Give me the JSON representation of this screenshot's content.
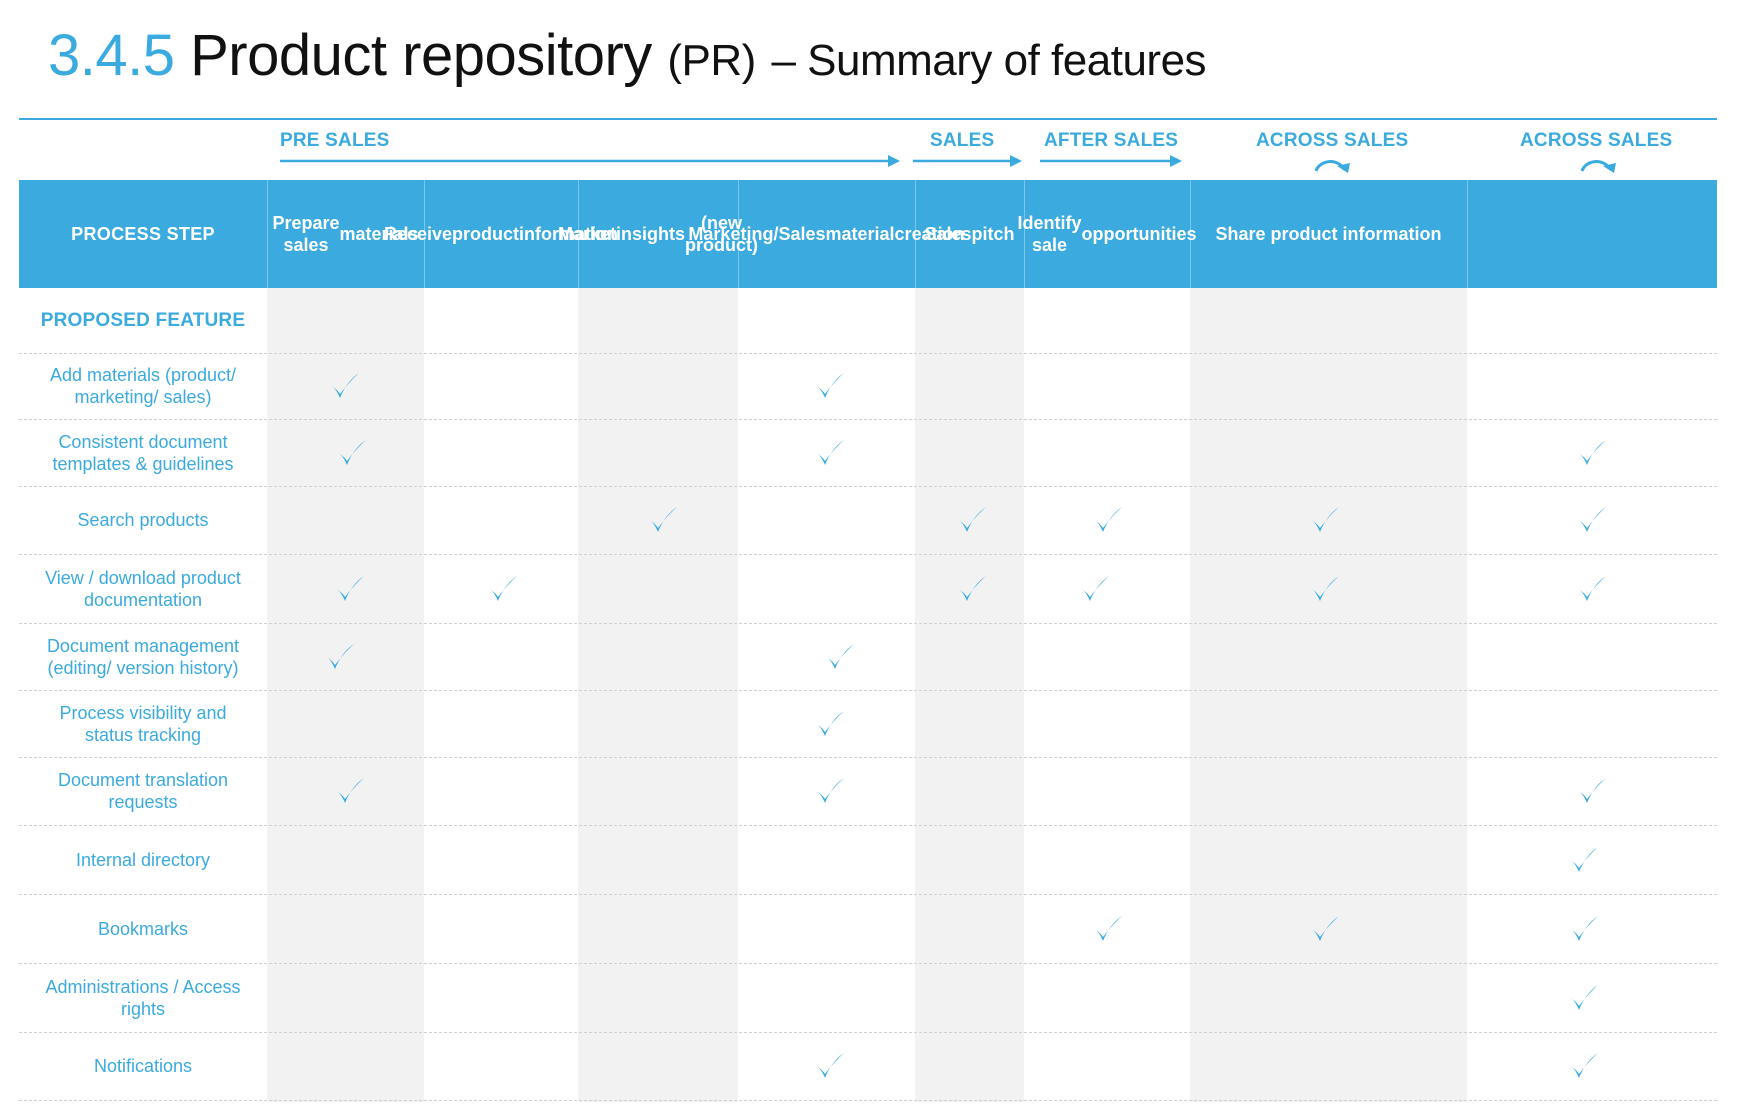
{
  "title": {
    "number": "3.4.5",
    "main": "Product repository",
    "abbr": "(PR)",
    "subtitle": "– Summary of features"
  },
  "phases": [
    "PRE SALES",
    "SALES",
    "AFTER SALES",
    "ACROSS SALES",
    "ACROSS SALES"
  ],
  "header": {
    "process_step": "PROCESS STEP",
    "columns": [
      [
        "Prepare sales",
        "materials"
      ],
      [
        "Receive",
        "product",
        "information"
      ],
      [
        "Market",
        "insights",
        "(new product)"
      ],
      [
        "Marketing/",
        "Sales",
        "material",
        "creation"
      ],
      [
        "Sales",
        "pitch"
      ],
      [
        "Identify sale",
        "opportunities"
      ],
      [
        "Share product information"
      ],
      [
        ""
      ]
    ]
  },
  "proposed_feature": "PROPOSED FEATURE",
  "features": [
    {
      "label": [
        "Add materials (product/",
        "marketing/ sales)"
      ],
      "checks": [
        1,
        0,
        0,
        1,
        0,
        0,
        0,
        0
      ]
    },
    {
      "label": [
        "Consistent document",
        "templates & guidelines"
      ],
      "checks": [
        1,
        0,
        0,
        1,
        0,
        0,
        0,
        1
      ]
    },
    {
      "label": [
        "Search products"
      ],
      "checks": [
        0,
        0,
        1,
        0,
        1,
        1,
        1,
        1
      ]
    },
    {
      "label": [
        "View / download product",
        "documentation"
      ],
      "checks": [
        1,
        1,
        0,
        0,
        1,
        1,
        1,
        1
      ]
    },
    {
      "label": [
        "Document management",
        "(editing/ version history)"
      ],
      "checks": [
        1,
        0,
        0,
        1,
        0,
        0,
        0,
        0
      ]
    },
    {
      "label": [
        "Process visibility and",
        "status tracking"
      ],
      "checks": [
        0,
        0,
        0,
        1,
        0,
        0,
        0,
        0
      ]
    },
    {
      "label": [
        "Document translation",
        "requests"
      ],
      "checks": [
        1,
        0,
        0,
        1,
        0,
        0,
        0,
        1
      ]
    },
    {
      "label": [
        "Internal directory"
      ],
      "checks": [
        0,
        0,
        0,
        0,
        0,
        0,
        0,
        1
      ]
    },
    {
      "label": [
        "Bookmarks"
      ],
      "checks": [
        0,
        0,
        0,
        0,
        0,
        1,
        1,
        1
      ]
    },
    {
      "label": [
        "Administrations /  Access",
        "rights"
      ],
      "checks": [
        0,
        0,
        0,
        0,
        0,
        0,
        0,
        1
      ]
    },
    {
      "label": [
        "Notifications"
      ],
      "checks": [
        0,
        0,
        0,
        1,
        0,
        0,
        0,
        1
      ]
    }
  ],
  "colors": {
    "accent": "#3aaadf",
    "shade": "#f2f2f2"
  },
  "icons": {
    "check": "checkmark-icon",
    "cycle": "cycle-arrow-icon",
    "arrow": "right-arrow-icon"
  }
}
